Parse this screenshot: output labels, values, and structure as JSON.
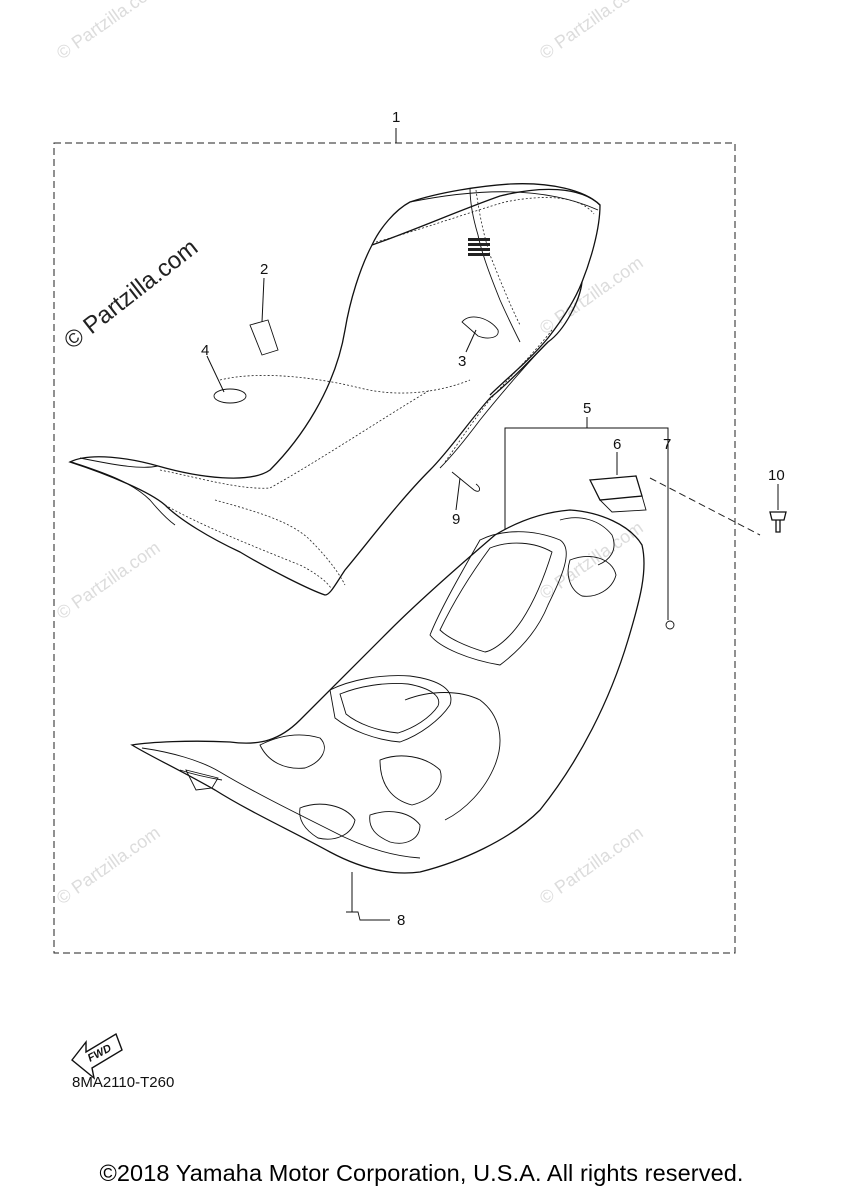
{
  "watermark": {
    "large_text": "© Partzilla.com",
    "small_text": "© Partzilla.com"
  },
  "callouts": {
    "c1": "1",
    "c2": "2",
    "c3": "3",
    "c4": "4",
    "c5": "5",
    "c6": "6",
    "c7": "7",
    "c8": "8",
    "c9": "9",
    "c10": "10"
  },
  "fwd_label": "FWD",
  "diagram_code": "8MA2110-T260",
  "copyright": "©2018 Yamaha Motor Corporation, U.S.A. All rights reserved.",
  "colors": {
    "line": "#111111",
    "watermark": "#dcdcdc"
  }
}
